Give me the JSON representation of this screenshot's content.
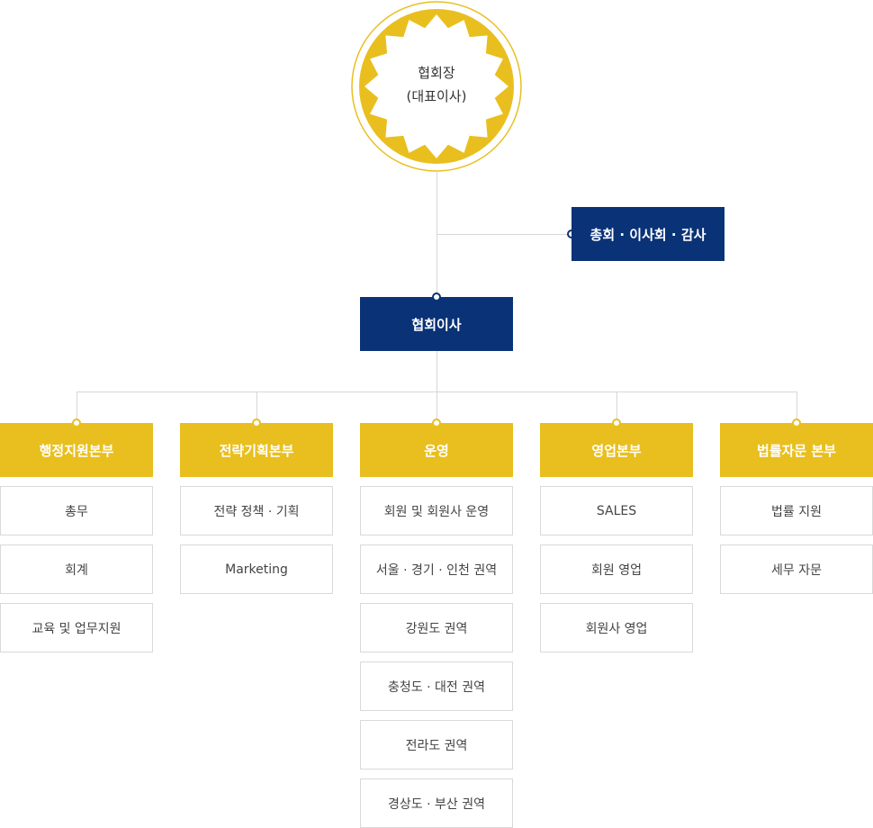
{
  "ceo": {
    "line1": "협회장",
    "line2": "(대표이사)"
  },
  "assembly": "총회 · 이사회 · 감사",
  "board": "협회이사",
  "colors": {
    "gold": "#e9bf1f",
    "navy": "#0a3277"
  },
  "divisions": [
    {
      "title": "행정지원본부",
      "items": [
        "총무",
        "회계",
        "교육 및 업무지원"
      ]
    },
    {
      "title": "전략기획본부",
      "items": [
        "전략 정책 · 기획",
        "Marketing"
      ]
    },
    {
      "title": "운영",
      "items": [
        "회원 및 회원사 운영",
        "서울 · 경기 · 인천 권역",
        "강원도 권역",
        "충청도 · 대전 권역",
        "전라도 권역",
        "경상도 · 부산 권역"
      ]
    },
    {
      "title": "영업본부",
      "items": [
        "SALES",
        "회원 영업",
        "회원사 영업"
      ]
    },
    {
      "title": "법률자문 본부",
      "items": [
        "법률 지원",
        "세무 자문"
      ]
    }
  ]
}
